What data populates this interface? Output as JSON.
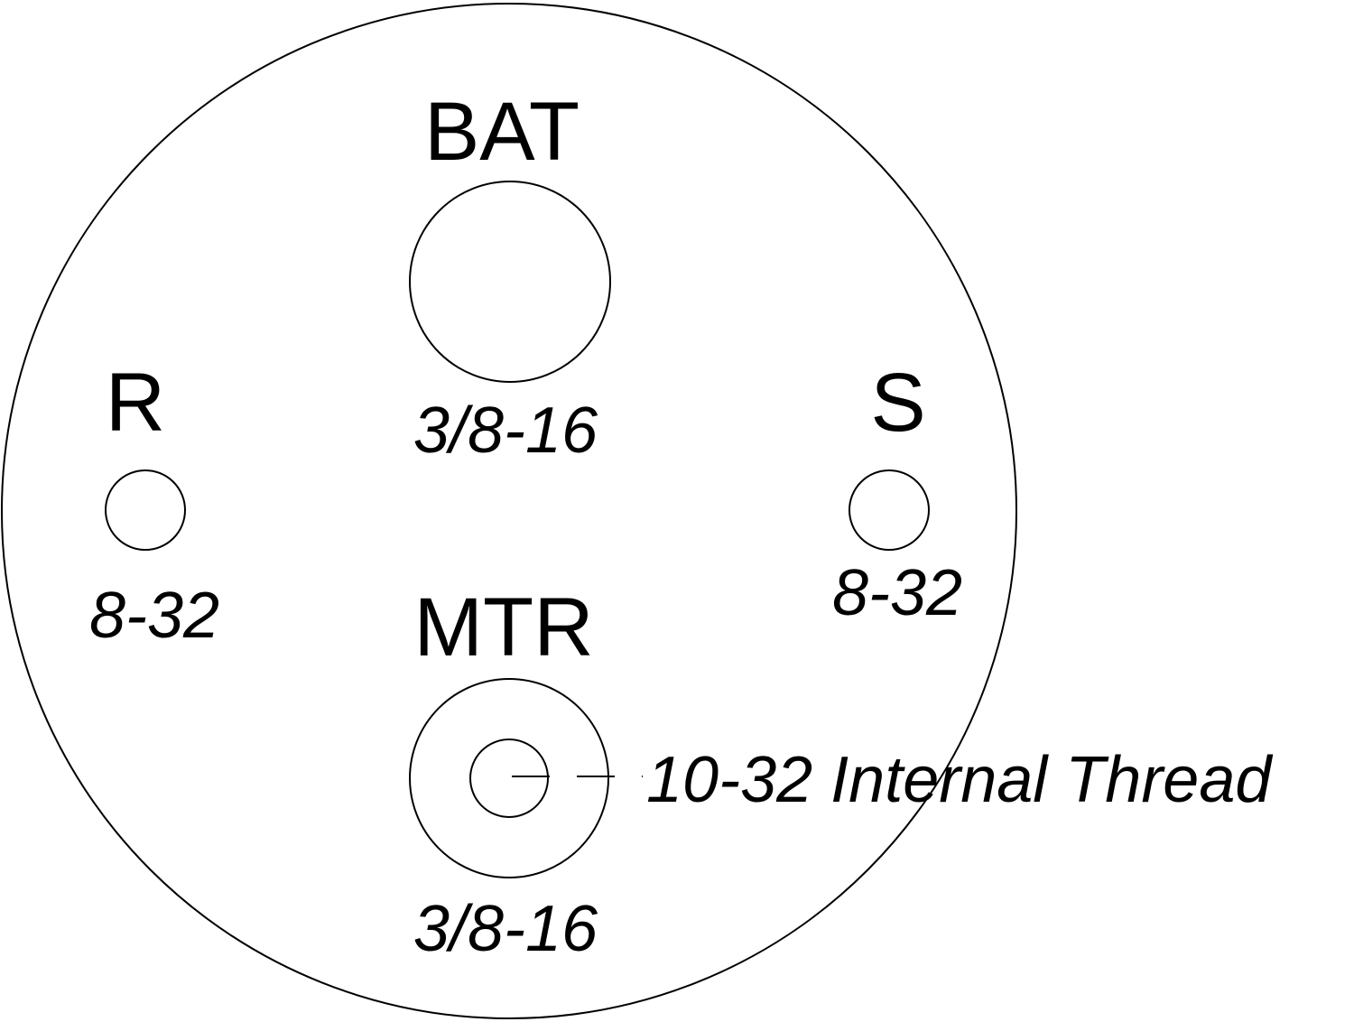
{
  "terminals": {
    "bat": {
      "label": "BAT",
      "thread": "3/8-16"
    },
    "r": {
      "label": "R",
      "thread": "8-32"
    },
    "s": {
      "label": "S",
      "thread": "8-32"
    },
    "mtr": {
      "label": "MTR",
      "thread": "3/8-16",
      "internal_thread": "10-32 Internal Thread"
    }
  },
  "colors": {
    "stroke": "#000000",
    "background": "#ffffff"
  }
}
